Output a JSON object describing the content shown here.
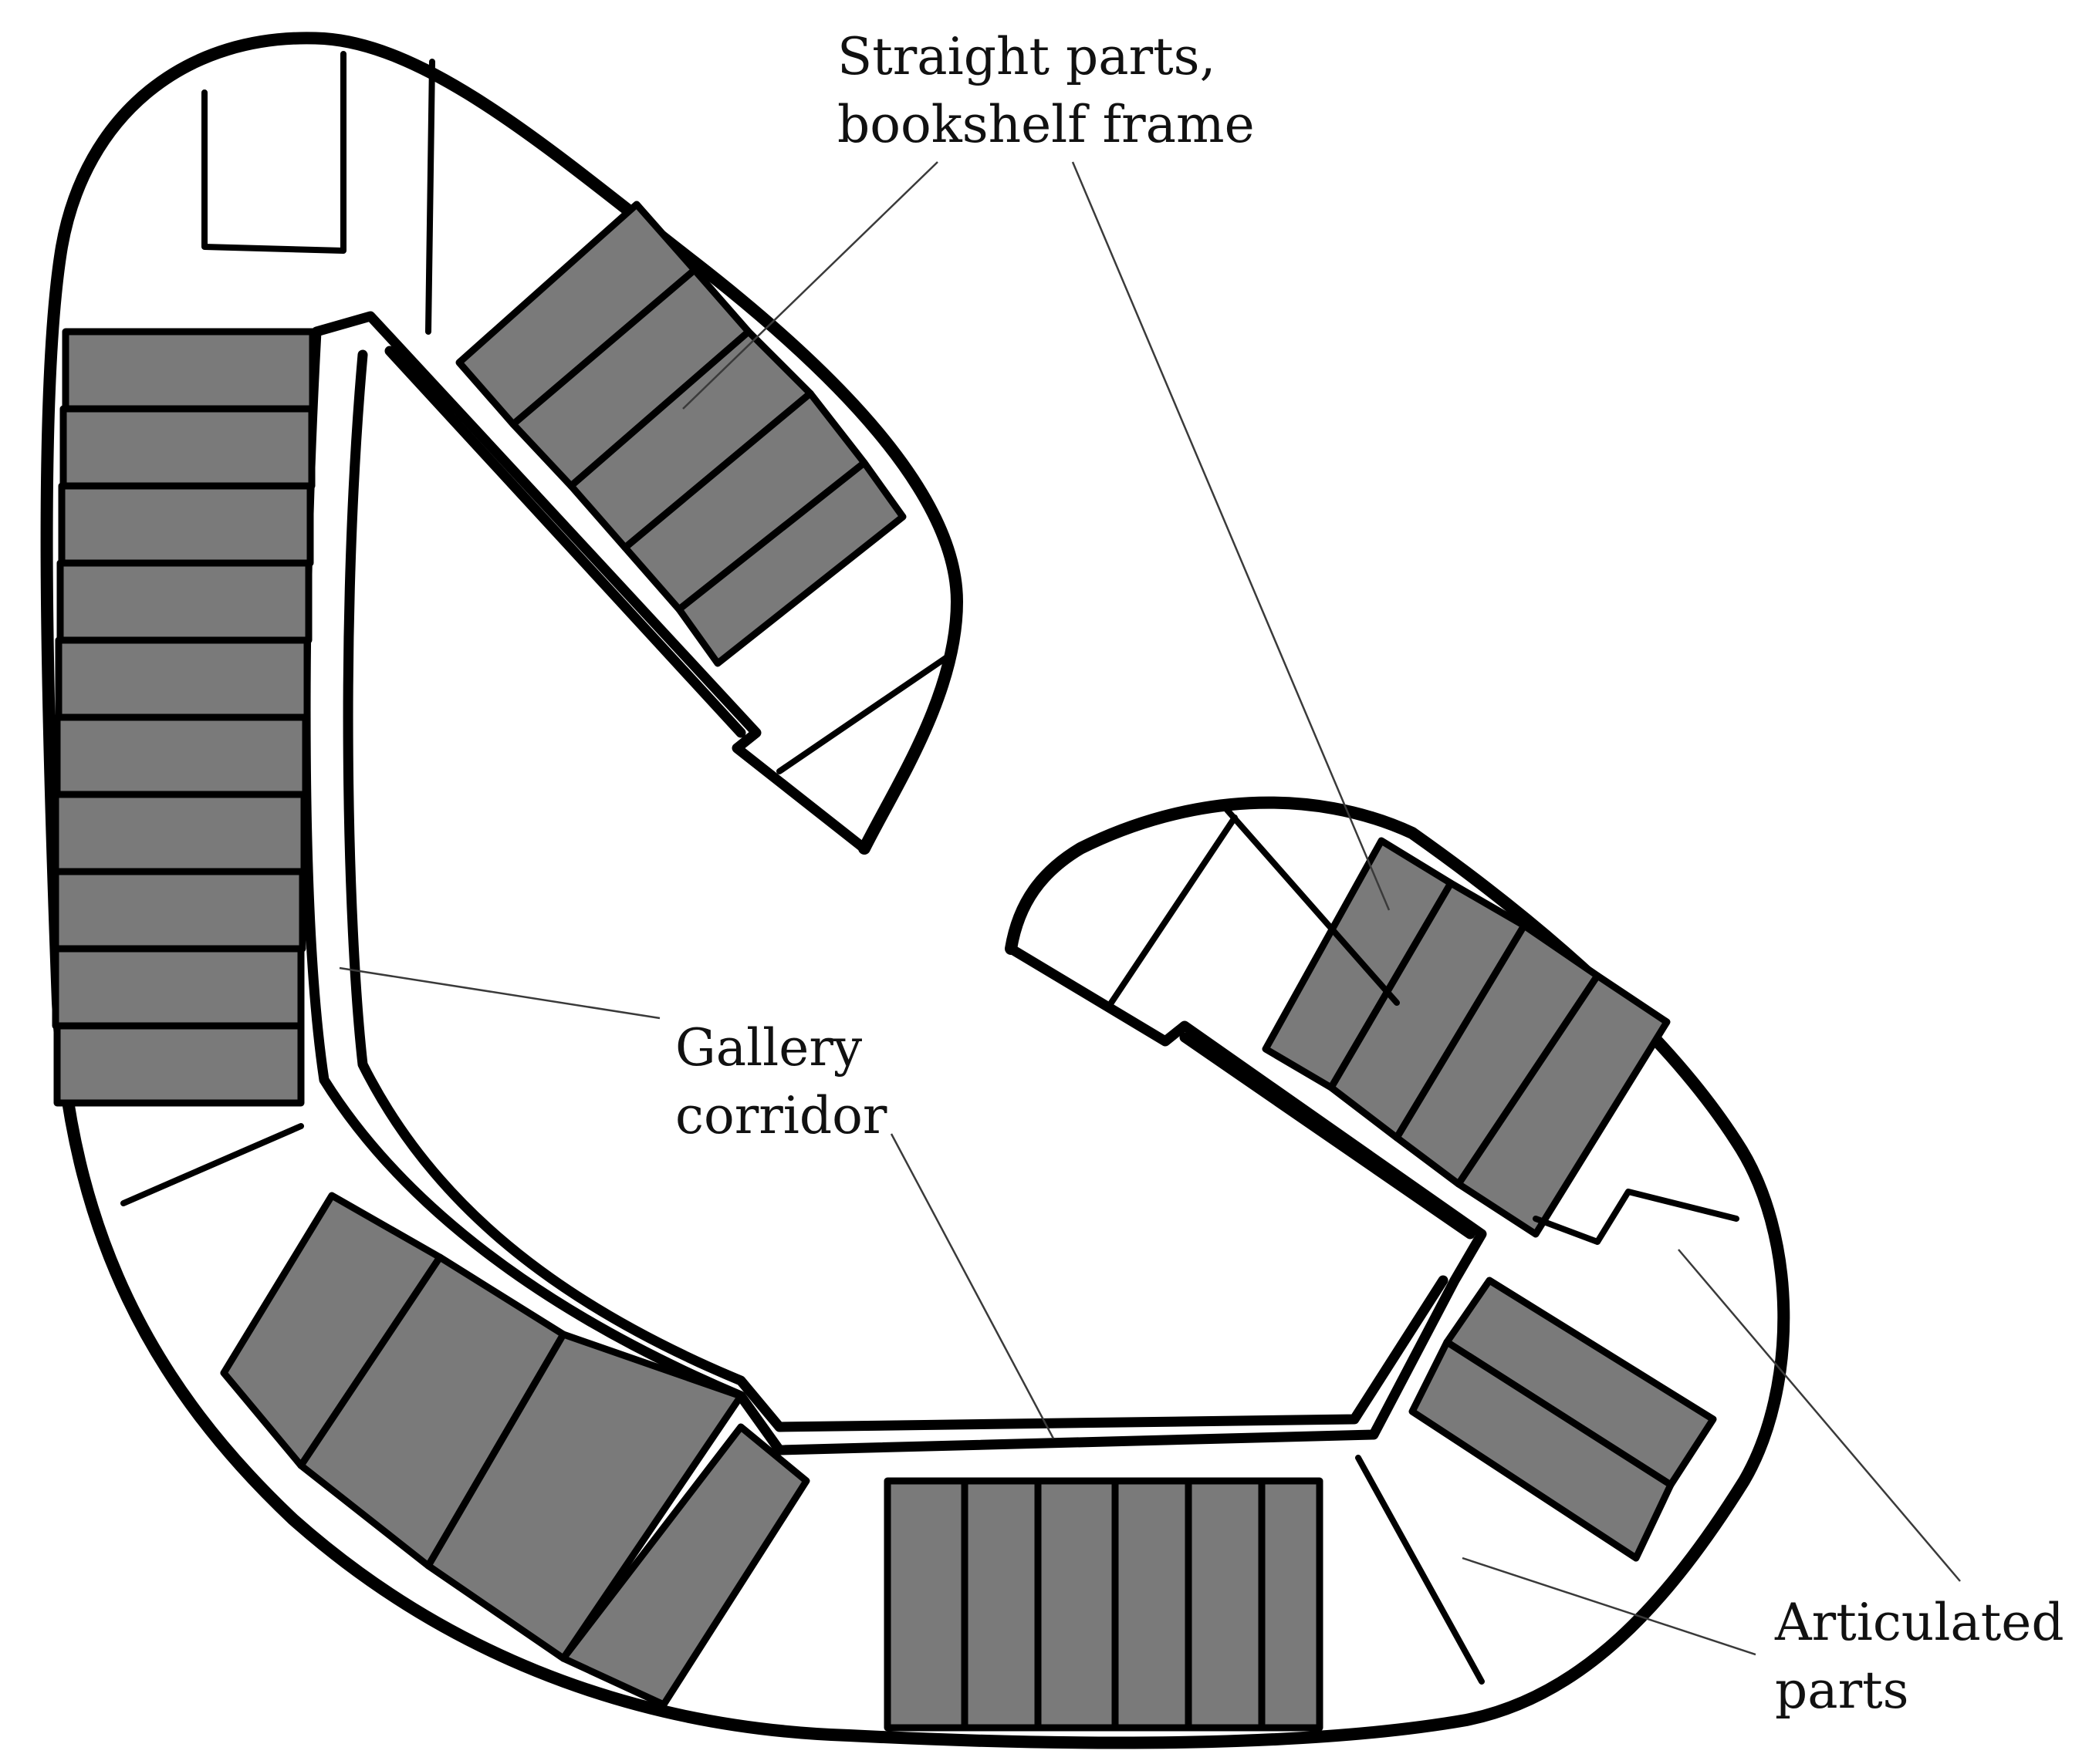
{
  "labels": {
    "straight_line1": "Straight parts,",
    "straight_line2": "bookshelf frame",
    "gallery_line1": "Gallery",
    "gallery_line2": "corridor",
    "articulated_line1": "Articulated",
    "articulated_line2": "parts"
  },
  "colors": {
    "shelf_fill": "#7a7a7a",
    "outline": "#000000",
    "background": "#ffffff",
    "leader": "#3a3a3a"
  }
}
